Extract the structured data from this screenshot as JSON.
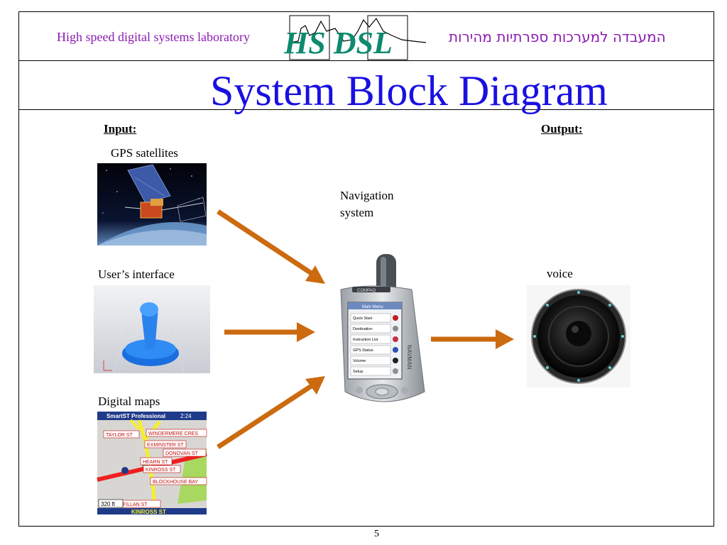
{
  "header": {
    "lab_name_en": "High speed digital systems laboratory",
    "logo_text": "HS DSL",
    "lab_name_he": "המעבדה למערכות ספרתיות מהירות"
  },
  "title": "System Block Diagram",
  "input": {
    "heading": "Input:",
    "items": [
      {
        "label": "GPS satellites"
      },
      {
        "label": "User’s interface"
      },
      {
        "label": "Digital maps"
      }
    ]
  },
  "center": {
    "label_line1": "Navigation",
    "label_line2": "system",
    "device_brand": "COMPAQ",
    "device_side_brand": "NAVMAN",
    "menu_title": "Main Menu",
    "menu_items": [
      "Quick Start",
      "Destination",
      "Instruction List",
      "GPS Status",
      "Volume",
      "Setup"
    ]
  },
  "output": {
    "heading": "Output:",
    "items": [
      {
        "label": "voice"
      }
    ]
  },
  "map": {
    "app_title": "SmartST Professional",
    "clock": "2:24",
    "streets": [
      "TAYLOR ST",
      "WINDERMERE CRES",
      "EXMINSTER ST",
      "DONOVAN ST",
      "HEARN ST",
      "KINROSS ST",
      "BLOCKHOUSE BAY",
      "FILLAN ST"
    ],
    "scale": "320 ft",
    "current_street": "KINROSS ST"
  },
  "colors": {
    "arrow": "#cc6a10",
    "title": "#1a10e0",
    "lab_text": "#8a1bb0"
  },
  "page_number": "5"
}
